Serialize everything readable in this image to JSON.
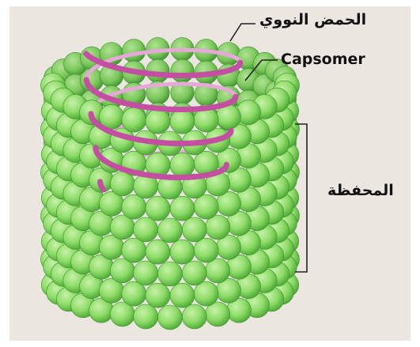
{
  "labels": {
    "nucleic_acid": "الحمض النووي",
    "capsomer": "Capsomer",
    "capsid": "المحفظة"
  },
  "colors": {
    "background_panel": "#ebe7e0",
    "bead_light": "#c6f2a6",
    "bead_mid": "#8fdc6a",
    "bead_dark": "#4aa832",
    "helix": "#c44fa2",
    "helix_light": "#e6a8d6",
    "leader_line": "#222222"
  },
  "figure": {
    "type": "capsid-cylinder-with-helical-nucleic-acid",
    "bead_rows": 10,
    "beads_per_row_visible": 10,
    "helix_turns": 4
  }
}
